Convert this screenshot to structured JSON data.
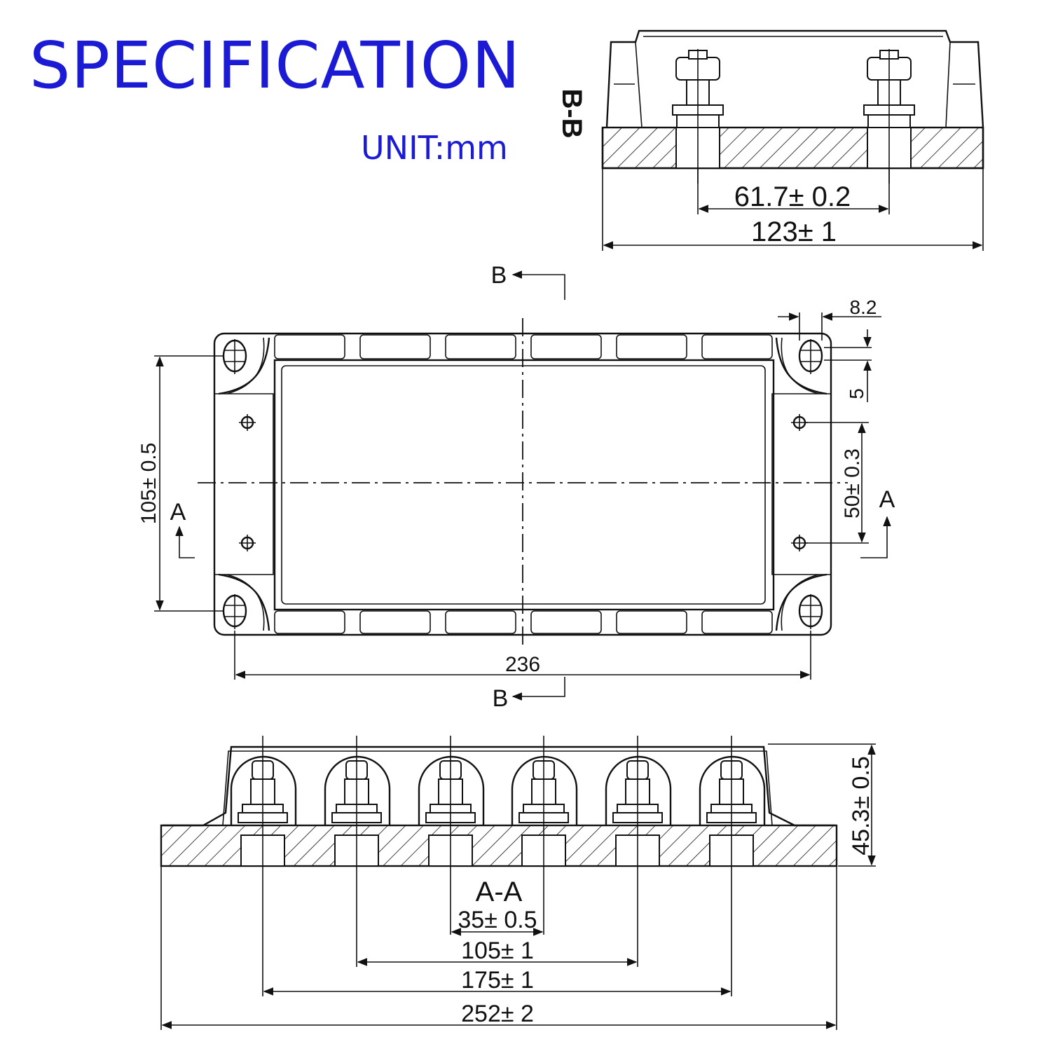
{
  "header": {
    "title": "SPECIFICATION",
    "unit": "UNIT:mm"
  },
  "colors": {
    "title": "#1b1bd6",
    "line": "#111111",
    "background": "#ffffff"
  },
  "section_bb": {
    "label": "B-B",
    "dims": {
      "terminal_pitch": "61.7± 0.2",
      "height": "123± 1"
    }
  },
  "top_view": {
    "cut_b": "B",
    "cut_a": "A",
    "dims": {
      "hole_dia": "8.2",
      "edge_offset": "5",
      "hole_spacing_v": "105± 0.5",
      "pin_spacing": "50± 0.3",
      "hole_spacing_h": "236"
    }
  },
  "section_aa": {
    "label": "A-A",
    "dims": {
      "height": "45.3± 0.5",
      "pitch": "35± 0.5",
      "span_inner": "105± 1",
      "span_outer": "175± 1",
      "length": "252± 2"
    }
  }
}
